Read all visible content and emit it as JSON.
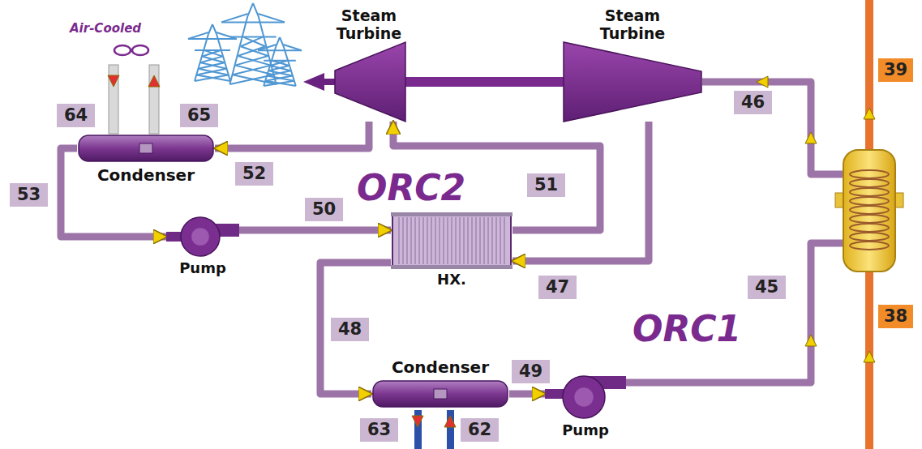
{
  "diagram": {
    "nodes": [
      {
        "text": [
          "Steam Turbine"
        ]
      },
      {
        "text": [
          "Steam Turbine"
        ]
      },
      {
        "text": [
          "Condenser"
        ]
      },
      {
        "text": [
          "Pump"
        ]
      },
      {
        "text": [
          "HX."
        ]
      },
      {
        "text": [
          "Condenser"
        ]
      },
      {
        "text": [
          "Pump"
        ]
      }
    ],
    "edges": [
      {
        "from": 0,
        "to": 2,
        "arrow": "to"
      },
      {
        "from": 2,
        "to": 3,
        "arrow": "to"
      },
      {
        "from": 3,
        "to": 4,
        "arrow": "to"
      },
      {
        "from": 4,
        "to": 0,
        "arrow": "to"
      },
      {
        "from": 1,
        "to": 4,
        "arrow": "to"
      },
      {
        "from": 4,
        "to": 5,
        "arrow": "to"
      },
      {
        "from": 5,
        "to": 6,
        "arrow": "to"
      }
    ],
    "labels": [
      "Air-Cooled",
      "64",
      "65",
      "46",
      "39",
      "52",
      "53",
      "51",
      "ORC2",
      "50",
      "45",
      "47",
      "ORC1",
      "48",
      "38",
      "49",
      "63",
      "62"
    ]
  }
}
